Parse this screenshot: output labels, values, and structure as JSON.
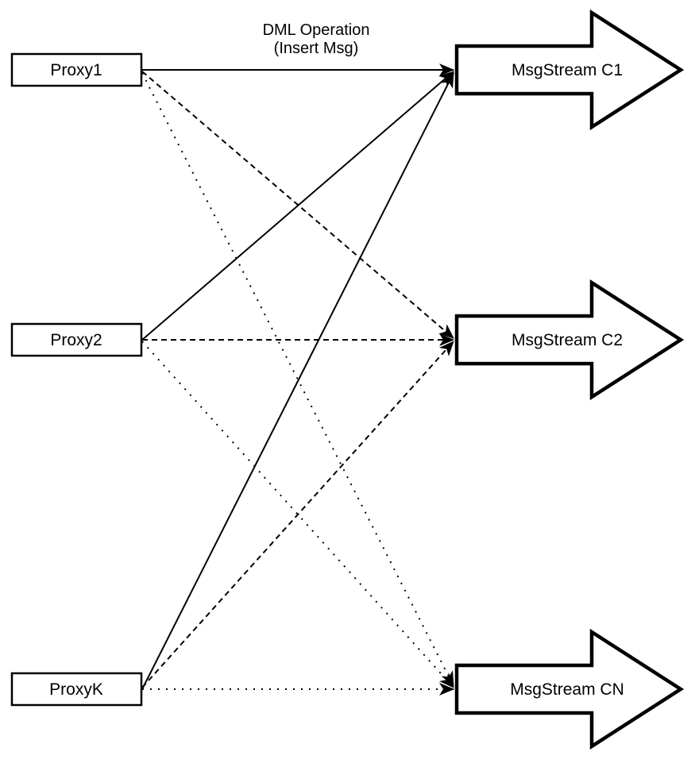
{
  "diagram": {
    "annotation": {
      "line1": "DML Operation",
      "line2": "(Insert Msg)"
    },
    "proxies": [
      {
        "id": "proxy1",
        "label": "Proxy1"
      },
      {
        "id": "proxy2",
        "label": "Proxy2"
      },
      {
        "id": "proxyk",
        "label": "ProxyK"
      }
    ],
    "streams": [
      {
        "id": "c1",
        "label": "MsgStream C1"
      },
      {
        "id": "c2",
        "label": "MsgStream C2"
      },
      {
        "id": "cn",
        "label": "MsgStream CN"
      }
    ],
    "connections": [
      {
        "from": "Proxy1",
        "to": "MsgStream C1",
        "style": "solid"
      },
      {
        "from": "Proxy1",
        "to": "MsgStream C2",
        "style": "dashed"
      },
      {
        "from": "Proxy1",
        "to": "MsgStream CN",
        "style": "dotted"
      },
      {
        "from": "Proxy2",
        "to": "MsgStream C1",
        "style": "solid"
      },
      {
        "from": "Proxy2",
        "to": "MsgStream C2",
        "style": "dashed"
      },
      {
        "from": "Proxy2",
        "to": "MsgStream CN",
        "style": "dotted"
      },
      {
        "from": "ProxyK",
        "to": "MsgStream C1",
        "style": "solid"
      },
      {
        "from": "ProxyK",
        "to": "MsgStream C2",
        "style": "dashed"
      },
      {
        "from": "ProxyK",
        "to": "MsgStream CN",
        "style": "dotted"
      }
    ],
    "colors": {
      "stroke": "#000000",
      "node_fill": "#ffffff",
      "background": "#ffffff"
    }
  }
}
